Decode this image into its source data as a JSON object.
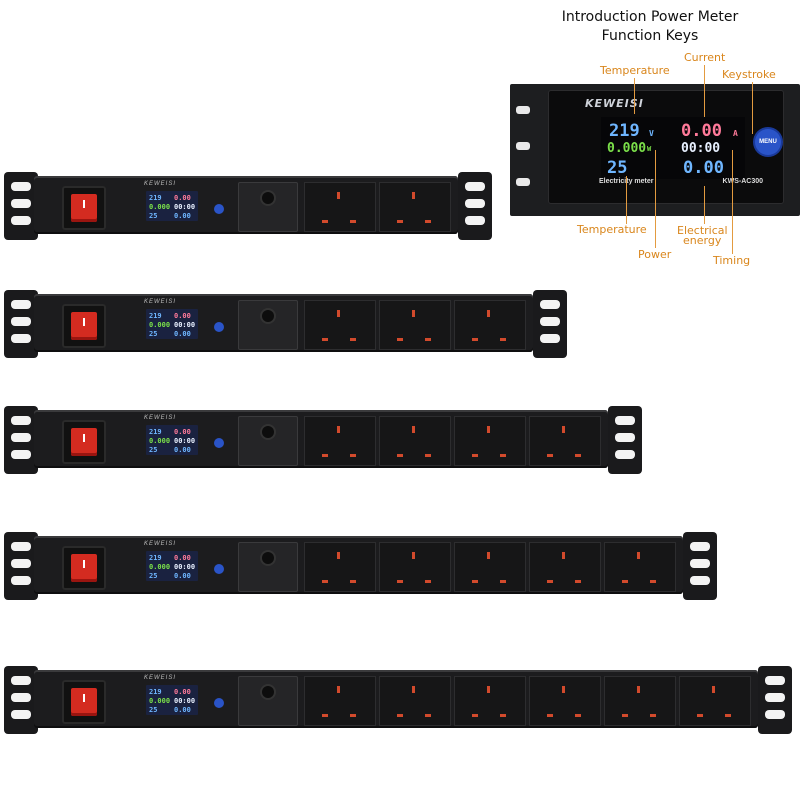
{
  "title": {
    "line1": "Introduction Power Meter",
    "line2": "Function Keys"
  },
  "meter": {
    "brand": "KEWEISI",
    "model": "KWS-AC300",
    "label": "Electricity meter",
    "menu_button": "MENU",
    "readings": {
      "voltage": "219",
      "voltage_unit": "V",
      "current": "0.00",
      "current_unit": "A",
      "power": "0.000",
      "power_unit": "W",
      "timing": "00:00",
      "temperature": "25",
      "energy": "0.00"
    }
  },
  "callouts": {
    "temperature_top": "Temperature",
    "current": "Current",
    "keystroke": "Keystroke",
    "temperature_bottom": "Temperature",
    "power": "Power",
    "electrical_energy_1": "Electrical",
    "electrical_energy_2": "energy",
    "timing": "Timing"
  },
  "strips": [
    {
      "outlets": 2
    },
    {
      "outlets": 3
    },
    {
      "outlets": 4
    },
    {
      "outlets": 5
    },
    {
      "outlets": 6
    }
  ],
  "colors": {
    "outlet_pin": "#d24a2c",
    "switch": "#d42b20",
    "callout": "#d9861c",
    "menu_button": "#2a54c8",
    "lcd_voltage": "#6fb6ff",
    "lcd_current": "#ff7a9a",
    "lcd_power": "#7be04a",
    "lcd_timing": "#e8f0ff",
    "lcd_temp": "#6fb6ff",
    "lcd_energy": "#6fb6ff"
  }
}
